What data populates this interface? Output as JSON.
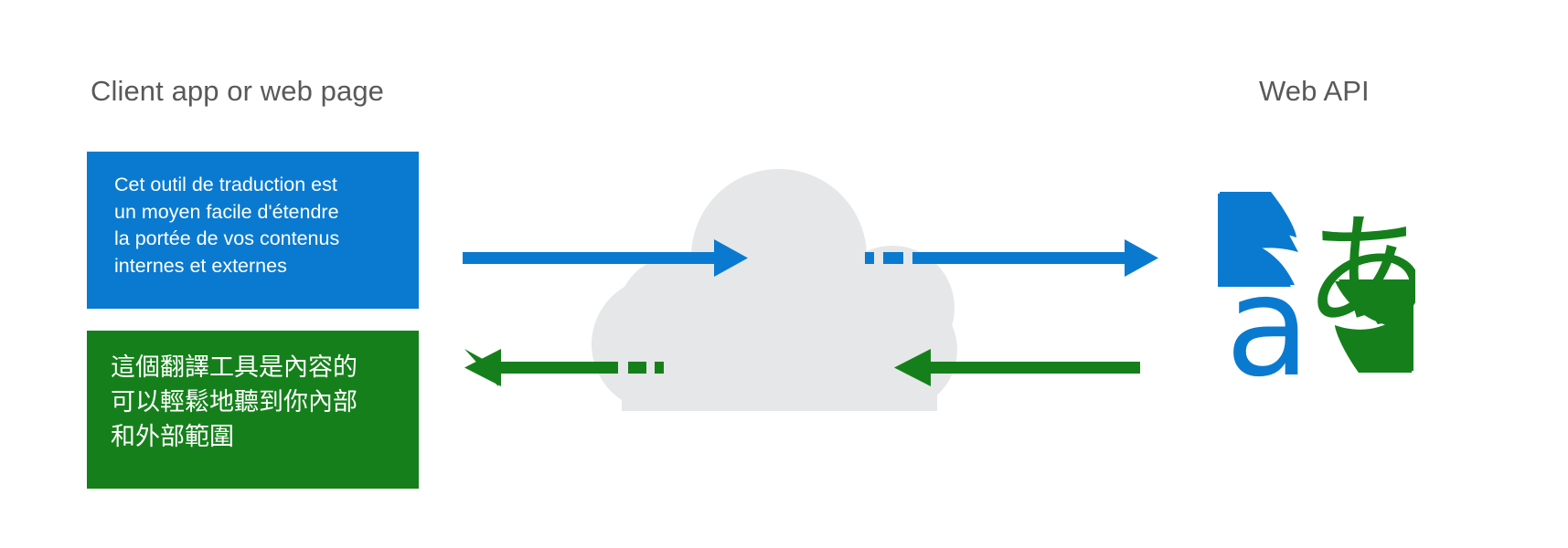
{
  "diagram": {
    "title_client": "Client app or web page",
    "title_api": "Web API",
    "colors": {
      "blue": "#0a7ad0",
      "green": "#15801b",
      "cloud_gray": "#e6e7e8",
      "heading_gray": "#595959",
      "white": "#ffffff"
    }
  },
  "source_box": {
    "label": "source-text-box",
    "color": "#0a7ad0",
    "lines": [
      "Cet outil de traduction est",
      "un moyen facile d'étendre",
      "la portée de vos contenus",
      "internes et externes"
    ]
  },
  "target_box": {
    "label": "translated-text-box",
    "color": "#15801b",
    "lines": [
      "這個翻譯工具是內容的",
      "可以輕鬆地聽到你內部",
      "和外部範圍"
    ]
  },
  "cloud": {
    "name": "cloud-shape",
    "color": "#e6e7e8"
  },
  "flows": [
    {
      "name": "request-flow",
      "direction": "left-to-right",
      "color": "#0a7ad0",
      "from": "Client app or web page",
      "to": "Web API",
      "segments": [
        "solid-with-arrow",
        "dotted",
        "solid-with-arrow"
      ]
    },
    {
      "name": "response-flow",
      "direction": "right-to-left",
      "color": "#15801b",
      "from": "Web API",
      "to": "Client app or web page",
      "segments": [
        "solid-with-arrow",
        "dotted",
        "solid-with-arrow"
      ]
    }
  ],
  "translator_icon": {
    "name": "translator-icon",
    "glyph_latin": "a",
    "glyph_japanese": "あ",
    "latin_color": "#0a7ad0",
    "japanese_color": "#15801b"
  }
}
